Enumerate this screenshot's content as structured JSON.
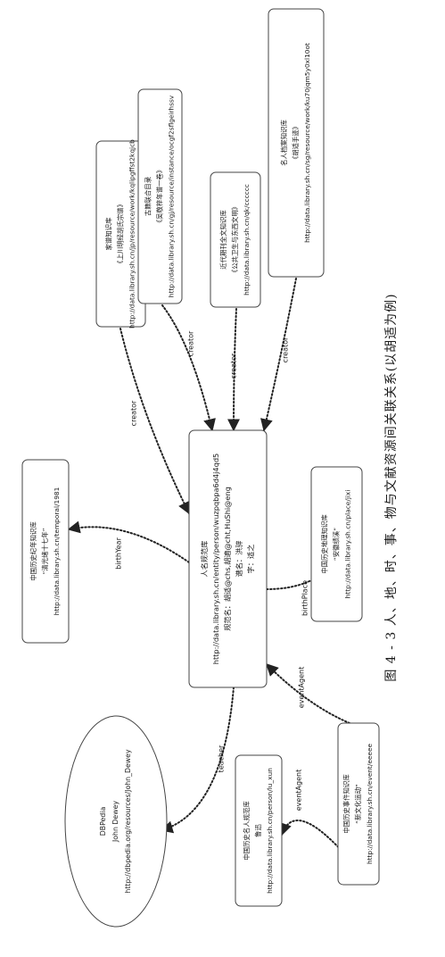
{
  "figure": {
    "caption": "图 4 - 3 人、地、时、事、物与文献资源间关联关系(以胡适为例)"
  },
  "nodes": {
    "center": {
      "lines": [
        "人名规范库",
        "http://data.library.sh.cn/entity/person/wuzpqbpa6d4j4qd5",
        "规范名：胡适@chs,胡適@cht,HuShi@eng",
        "谱名：洪骍",
        "字：适之"
      ]
    },
    "genealogy": {
      "lines": [
        "家谱知识库",
        "《上川明经胡氏宗谱》",
        "http://data.library.sh.cn/jp/resource/work/kqlipgffst2kqjcb"
      ]
    },
    "ancient": {
      "lines": [
        "古籍联合目录",
        "《吴敬梓年谱一卷》",
        "http://data.library.sh.cn/gj/resource/instance/ocgf2sflgeirhssv"
      ]
    },
    "periodical": {
      "lines": [
        "近代期刊全文知识库",
        "《公共卫生与东西文明》",
        "http://data.library.sh.cn/qk/cccccc"
      ]
    },
    "archive": {
      "lines": [
        "名人档案知识库",
        "《胡适手迹》",
        "http://data.library.sh.cn/sg/resource/work/ku70jqm5y0xl10ot"
      ]
    },
    "temporal": {
      "lines": [
        "中国历史纪年知识库",
        "“清光绪十七年”",
        "http://data.library.sh.cn/temporal/1981"
      ]
    },
    "place": {
      "lines": [
        "中国历史地理知识库",
        "“安徽绩溪”",
        "http://data.library.sh.cn/place/jixi"
      ]
    },
    "event": {
      "lines": [
        "中国历史事件知识库",
        "“新文化运动”",
        "http://data.library.sh.cn/event/eeeee"
      ]
    },
    "person": {
      "lines": [
        "中国历史名人规范库",
        "鲁迅",
        "http://data.library.sh.cn/person/lu_xun"
      ]
    },
    "dbpedia": {
      "lines": [
        "DBPedia",
        "John Dewey",
        "http://dbpedia.org/resources/John_Dewey"
      ]
    }
  },
  "edges": [
    {
      "from": "genealogy",
      "to": "center",
      "label": "creator"
    },
    {
      "from": "ancient",
      "to": "center",
      "label": "creator"
    },
    {
      "from": "periodical",
      "to": "center",
      "label": "creator"
    },
    {
      "from": "archive",
      "to": "center",
      "label": "creator"
    },
    {
      "from": "center",
      "to": "temporal",
      "label": "birthYear"
    },
    {
      "from": "center",
      "to": "place",
      "label": "birthPlace"
    },
    {
      "from": "event",
      "to": "center",
      "label": "eventAgent"
    },
    {
      "from": "event",
      "to": "person",
      "label": "eventAgent"
    },
    {
      "from": "center",
      "to": "dbpedia",
      "label": "teacher"
    }
  ]
}
